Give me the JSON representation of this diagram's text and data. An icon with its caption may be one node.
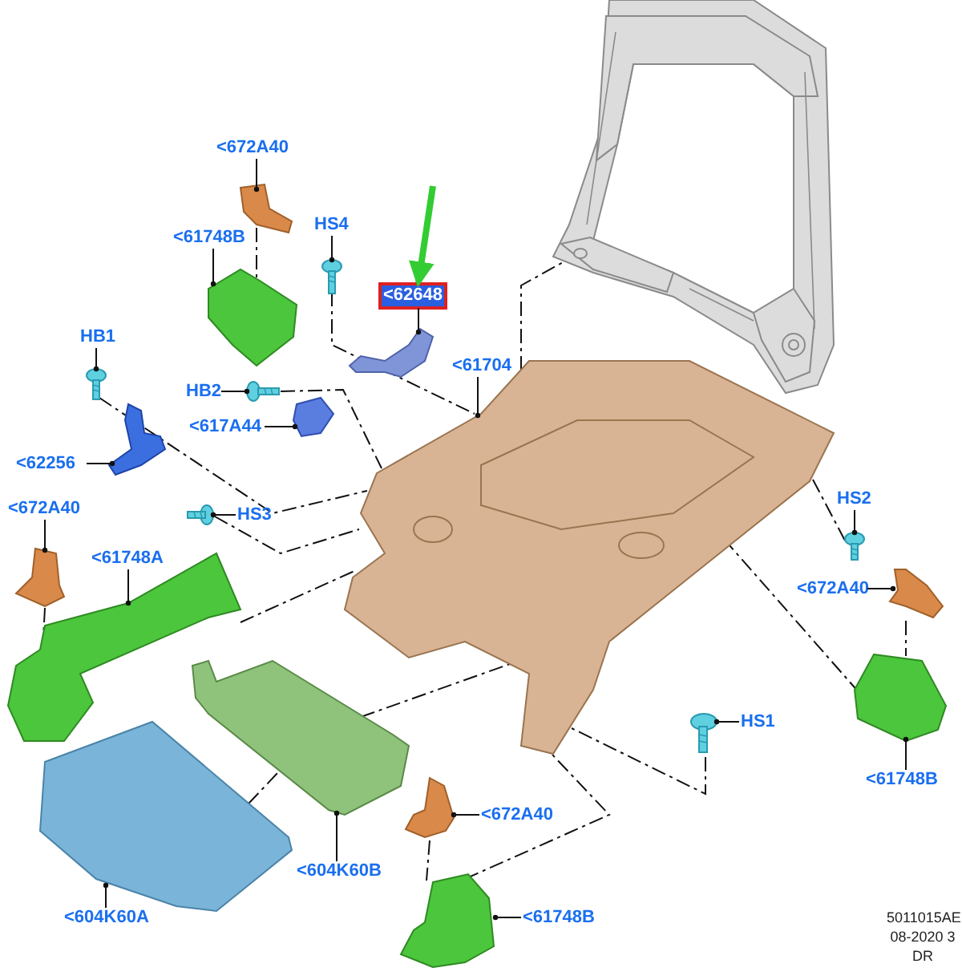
{
  "diagram": {
    "nodes": [
      {
        "text": [
          "<672A40"
        ]
      },
      {
        "text": [],
        "shape": "picture"
      },
      {
        "text": [
          "<61748B"
        ]
      },
      {
        "text": [],
        "shape": "picture"
      },
      {
        "text": [
          "HS4"
        ]
      },
      {
        "text": [],
        "shape": "picture"
      },
      {
        "text": [
          "<62648"
        ]
      },
      {
        "text": [],
        "shape": "picture"
      },
      {
        "text": [
          "<61704"
        ]
      },
      {
        "text": [],
        "shape": "picture"
      },
      {
        "text": [
          "HB1"
        ]
      },
      {
        "text": [],
        "shape": "picture"
      },
      {
        "text": [
          "HB2"
        ]
      },
      {
        "text": [],
        "shape": "picture"
      },
      {
        "text": [
          "<617A44"
        ]
      },
      {
        "text": [],
        "shape": "picture"
      },
      {
        "text": [
          "<62256"
        ]
      },
      {
        "text": [],
        "shape": "picture"
      },
      {
        "text": [
          "HS3"
        ]
      },
      {
        "text": [],
        "shape": "picture"
      },
      {
        "text": [
          "HS2"
        ]
      },
      {
        "text": [],
        "shape": "picture"
      },
      {
        "text": [
          "<672A40"
        ]
      },
      {
        "text": [],
        "shape": "picture"
      },
      {
        "text": [
          "<61748A"
        ]
      },
      {
        "text": [],
        "shape": "picture"
      },
      {
        "text": [
          "<672A40"
        ]
      },
      {
        "text": [],
        "shape": "picture"
      },
      {
        "text": [
          "<61748B"
        ]
      },
      {
        "text": [],
        "shape": "picture"
      },
      {
        "text": [
          "HS1"
        ]
      },
      {
        "text": [],
        "shape": "picture"
      },
      {
        "text": [
          "<604K60B"
        ]
      },
      {
        "text": [],
        "shape": "picture"
      },
      {
        "text": [
          "<604K60A"
        ]
      },
      {
        "text": [],
        "shape": "picture"
      },
      {
        "text": [
          "<672A40"
        ]
      },
      {
        "text": [],
        "shape": "picture"
      },
      {
        "text": [
          "<61748B"
        ]
      },
      {
        "text": [],
        "shape": "picture"
      },
      {
        "text": [],
        "shape": "picture"
      }
    ],
    "edges": [
      {
        "from": 0,
        "to": 1,
        "arrow": "other"
      },
      {
        "from": 2,
        "to": 3,
        "arrow": "other"
      },
      {
        "from": 4,
        "to": 5,
        "arrow": "other"
      },
      {
        "from": 6,
        "to": 7,
        "arrow": "other"
      },
      {
        "from": 8,
        "to": 9,
        "arrow": "other"
      },
      {
        "from": 10,
        "to": 11,
        "arrow": "other"
      },
      {
        "from": 12,
        "to": 13,
        "arrow": "other"
      },
      {
        "from": 14,
        "to": 15,
        "arrow": "other"
      },
      {
        "from": 16,
        "to": 17,
        "arrow": "other"
      },
      {
        "from": 18,
        "to": 19,
        "arrow": "other"
      },
      {
        "from": 20,
        "to": 21,
        "arrow": "other"
      },
      {
        "from": 22,
        "to": 23,
        "arrow": "other"
      },
      {
        "from": 24,
        "to": 25,
        "arrow": "other"
      },
      {
        "from": 26,
        "to": 27,
        "arrow": "other"
      },
      {
        "from": 28,
        "to": 29,
        "arrow": "other"
      },
      {
        "from": 30,
        "to": 31,
        "arrow": "other"
      },
      {
        "from": 32,
        "to": 33,
        "arrow": "other"
      },
      {
        "from": 34,
        "to": 35,
        "arrow": "other"
      },
      {
        "from": 36,
        "to": 37,
        "arrow": "other"
      },
      {
        "from": 38,
        "to": 39,
        "arrow": "other"
      },
      {
        "from": null,
        "to": 6,
        "arrow": "to",
        "style": "thick",
        "color": "#33cc33"
      },
      {
        "from": 1,
        "to": 3,
        "arrow": "none",
        "style": "dashed"
      },
      {
        "from": 5,
        "to": 9,
        "arrow": "none",
        "style": "dashed"
      },
      {
        "from": 11,
        "to": 9,
        "arrow": "none",
        "style": "dashed"
      },
      {
        "from": 13,
        "to": 9,
        "arrow": "none",
        "style": "dashed"
      },
      {
        "from": 19,
        "to": 9,
        "arrow": "none",
        "style": "dashed"
      },
      {
        "from": 21,
        "to": 9,
        "arrow": "none",
        "style": "dashed"
      },
      {
        "from": 27,
        "to": 29,
        "arrow": "none",
        "style": "dashed"
      },
      {
        "from": 29,
        "to": 9,
        "arrow": "none",
        "style": "dashed"
      },
      {
        "from": 31,
        "to": 9,
        "arrow": "none",
        "style": "dashed"
      },
      {
        "from": 37,
        "to": 39,
        "arrow": "none",
        "style": "dashed"
      },
      {
        "from": 39,
        "to": 9,
        "arrow": "none",
        "style": "dashed"
      },
      {
        "from": 23,
        "to": 25,
        "arrow": "none",
        "style": "dashed"
      },
      {
        "from": 25,
        "to": 9,
        "arrow": "none",
        "style": "dashed"
      },
      {
        "from": 33,
        "to": 9,
        "arrow": "none",
        "style": "dashed"
      },
      {
        "from": 35,
        "to": 33,
        "arrow": "none",
        "style": "dashed"
      },
      {
        "from": 9,
        "to": 40,
        "arrow": "none",
        "style": "dashed"
      }
    ],
    "labels": [
      "5011015AE",
      "08-2020 3",
      "DR"
    ]
  }
}
